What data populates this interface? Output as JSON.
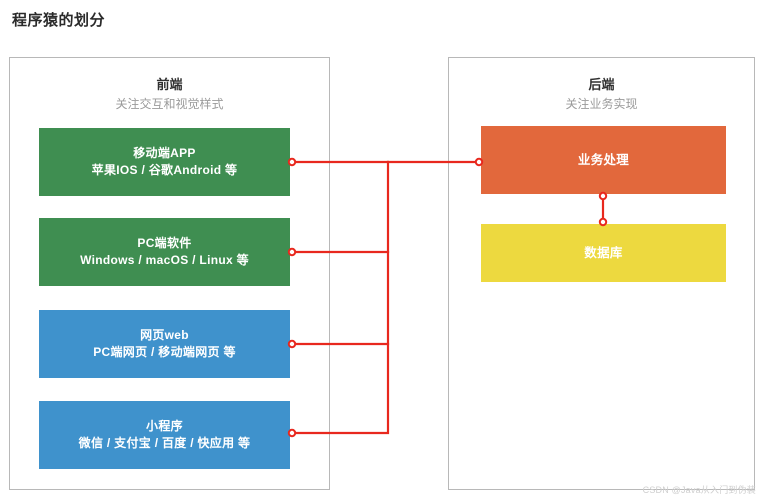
{
  "page": {
    "title": "程序猿的划分",
    "watermark": "CSDN @Java从入门到伪装"
  },
  "colors": {
    "green": "#3f8e51",
    "blue": "#3f92cc",
    "orange": "#e2683c",
    "yellow": "#edd93f",
    "connector": "#e8281e",
    "panel_border": "#b8b8b8",
    "title_text": "#2b2b2b",
    "subtitle_text": "#9a9a9a"
  },
  "panels": [
    {
      "id": "frontend",
      "title": "前端",
      "subtitle": "关注交互和视觉样式",
      "nodes": [
        {
          "id": "mobile-app",
          "title": "移动端APP",
          "sub": "苹果IOS / 谷歌Android 等",
          "color": "#3f8e51"
        },
        {
          "id": "pc-software",
          "title": "PC端软件",
          "sub": "Windows / macOS / Linux 等",
          "color": "#3f8e51"
        },
        {
          "id": "web",
          "title": "网页web",
          "sub": "PC端网页 / 移动端网页 等",
          "color": "#3f92cc"
        },
        {
          "id": "miniprogram",
          "title": "小程序",
          "sub": "微信 / 支付宝 / 百度 / 快应用 等",
          "color": "#3f92cc"
        }
      ]
    },
    {
      "id": "backend",
      "title": "后端",
      "subtitle": "关注业务实现",
      "nodes": [
        {
          "id": "business",
          "title": "业务处理",
          "sub": "",
          "color": "#e2683c"
        },
        {
          "id": "database",
          "title": "数据库",
          "sub": "",
          "color": "#edd93f"
        }
      ]
    }
  ],
  "connections": [
    {
      "from": "mobile-app",
      "to": "business"
    },
    {
      "from": "pc-software",
      "to": "business"
    },
    {
      "from": "web",
      "to": "business"
    },
    {
      "from": "miniprogram",
      "to": "business"
    },
    {
      "from": "business",
      "to": "database"
    }
  ]
}
